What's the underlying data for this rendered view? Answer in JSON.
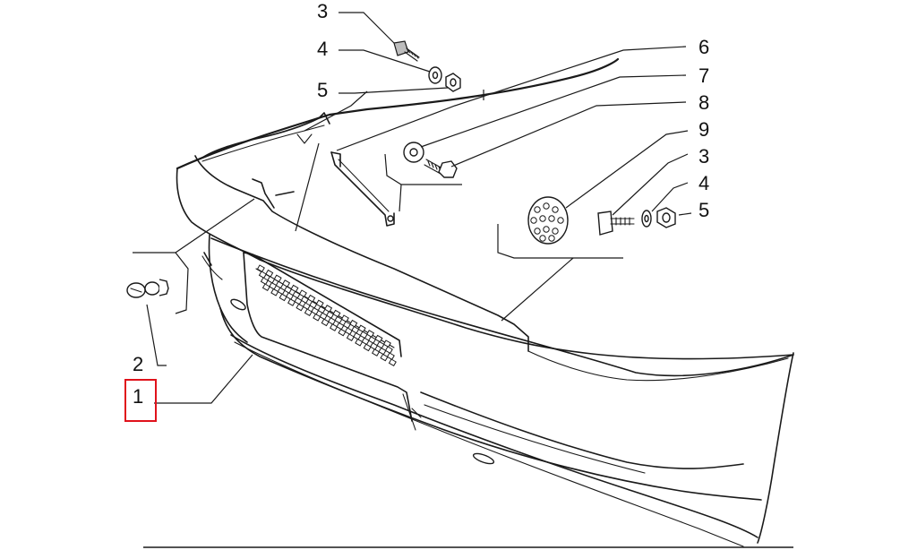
{
  "diagram": {
    "callouts": {
      "c1": "1",
      "c2": "2",
      "c3_top": "3",
      "c4_top": "4",
      "c5_top": "5",
      "c6": "6",
      "c7": "7",
      "c8": "8",
      "c9": "9",
      "c3_right": "3",
      "c4_right": "4",
      "c5_right": "5"
    },
    "highlight": {
      "callout": "1",
      "color": "#e0121b"
    }
  }
}
